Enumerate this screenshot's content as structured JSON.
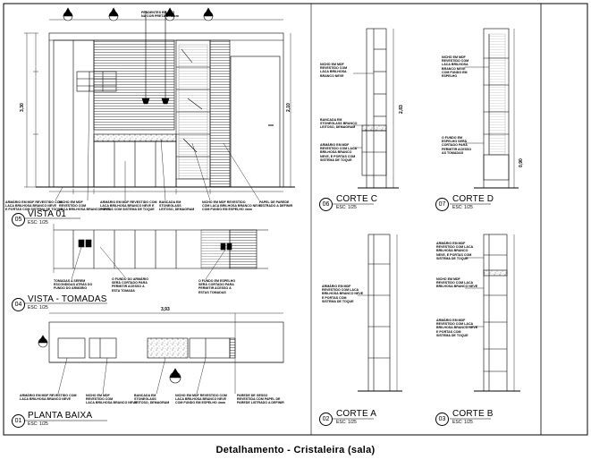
{
  "caption": "Detalhamento - Cristaleira (sala)",
  "views": [
    {
      "num": "05",
      "title": "VISTA 01",
      "scale": "ESC: 1/25"
    },
    {
      "num": "04",
      "title": "VISTA - TOMADAS",
      "scale": "ESC: 1/25"
    },
    {
      "num": "01",
      "title": "PLANTA BAIXA",
      "scale": "ESC: 1/25"
    },
    {
      "num": "06",
      "title": "CORTE C",
      "scale": "ESC: 1/25"
    },
    {
      "num": "07",
      "title": "CORTE D",
      "scale": "ESC: 1/25"
    },
    {
      "num": "02",
      "title": "CORTE A",
      "scale": "ESC: 1/25"
    },
    {
      "num": "03",
      "title": "CORTE B",
      "scale": "ESC: 1/25"
    }
  ],
  "notes": {
    "pendentes": "PENDENTES EM ACO\nNA COR PRETA Ø=12cm",
    "v05_1": "ARMÁRIO EM MDF REVESTIDO COM\nLACA BRILHOSA BRANCO NEVE\nE PORTAS COM SISTEMA DE TOQUE",
    "v05_2": "NICHO EM MDF\nREVESTIDO COM\nLACA BRILHOSA BRANCO NEVE",
    "v05_3": "ARMÁRIO EM MDF REVESTIDO COM\nLACA BRILHOSA BRANCO NEVE E\nPORTAS COM SISTEMA DE TOQUE",
    "v05_4": "BANCADA EM\nSTONEGLASS\nLEITOSO, DEMAGRAM",
    "v05_5": "NICHO EM MDF REVESTIDO\nCOM LACA BRILHOSA BRANCO NEVE\nCOM FUNDO EM ESPELHO 4mm",
    "v05_6": "PAPEL DE PAREDE\nLISTRADO A DEFINIR",
    "v04_1": "TOMADAS A SEREM\nESCONDIDAS ATRÁS DO\nFUNDO DO ARMÁRIO",
    "v04_2": "O FUNDO DO ARMÁRIO\nSERÁ CORTADO PARA\nPERMITIR ACESSO A\nESTA TOMADA",
    "v04_3": "O FUNDO EM ESPELHO\nSERÁ CORTADO PARA\nPERMITIR ACESSO A\nESTAS TOMADAS",
    "v01_1": "ARMÁRIO EM MDF REVESTIDO COM\nLACA BRILHOSA BRANCO NEVE",
    "v01_2": "NICHO EM MDF\nREVESTIDO COM\nLACA BRILHOSA BRANCO NEVE",
    "v01_3": "BANCADA EM\nSTONEGLASS\nLEITOSO, DEMAGRAM",
    "v01_4": "NICHO EM MDF REVESTIDO COM\nLACA BRILHOSA BRANCO NEVE\nCOM FUNDO EM ESPELHO 4mm",
    "v01_5": "PAREDE DE GESSO\nREVESTIDA COM PAPEL DE\nPAREDE LISTRADO A DEFINIR",
    "c_1": "NICHO EM MDF\nREVESTIDO COM\nLACA BRILHOSA\nBRANCO NEVE",
    "c_2": "BANCADA EM\nSTONEGLASS BRANCO\nLEITOSO, DEMAGRAM",
    "c_3": "ARMÁRIO EM MDF\nREVESTIDO COM LACA\nBRILHOSA BRANCO\nNEVE, E PORTAS COM\nSISTEMA DE TOQUE",
    "d_1": "NICHO EM MDF\nREVESTIDO COM\nLACA BRILHOSA\nBRANCO NEVE\nCOM FUNDO EM\nESPELHO",
    "d_2": "O FUNDO EM\nESPELHO SERÁ\nCORTADO PARA\nPERMITIR ACESSO\nAS TOMADAS",
    "a_1": "ARMÁRIO EM MDF\nREVESTIDO COM LACA\nBRILHOSA BRANCO NEVE\nE PORTAS COM\nSISTEMA DE TOQUE",
    "b_1": "ARMÁRIO EM MDF\nREVESTIDO COM LACA\nBRILHOSA BRANCO\nNEVE, E PORTAS COM\nSISTEMA DE TOQUE",
    "b_2": "NICHO EM MDF\nREVESTIDO COM LACA\nBRILHOSA BRANCO NEVE",
    "b_3": "ARMÁRIO EM MDF\nREVESTIDO COM LACA\nBRILHOSA BRANCO NEVE\nE PORTAS COM\nSISTEMA DE TOQUE"
  },
  "dims": {
    "vista01_height": "3,30",
    "vista01_h2": "2,10",
    "planta_width": "3,93",
    "corte_h": "2,83",
    "cd_h": "0,90"
  }
}
